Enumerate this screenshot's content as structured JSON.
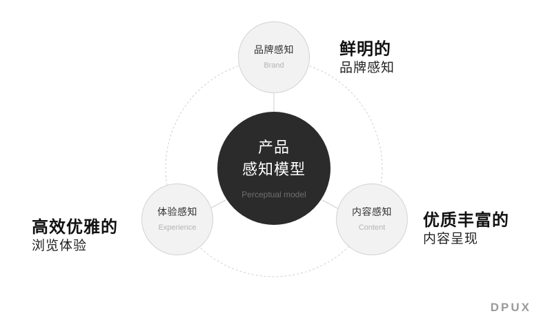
{
  "center": {
    "line1": "产品",
    "line2": "感知模型",
    "en": "Perceptual model"
  },
  "nodes": {
    "brand": {
      "zh": "品牌感知",
      "en": "Brand"
    },
    "experience": {
      "zh": "体验感知",
      "en": "Experience"
    },
    "content": {
      "zh": "内容感知",
      "en": "Content"
    }
  },
  "captions": {
    "brand": {
      "strong": "鲜明的",
      "light": "品牌感知"
    },
    "experience": {
      "strong": "高效优雅的",
      "light": "浏览体验"
    },
    "content": {
      "strong": "优质丰富的",
      "light": "内容呈现"
    }
  },
  "logo": "DPUX",
  "colors": {
    "center_fill": "#2b2b2b",
    "node_fill": "#f2f2f2",
    "orbit_stroke": "#cfcfcf"
  }
}
